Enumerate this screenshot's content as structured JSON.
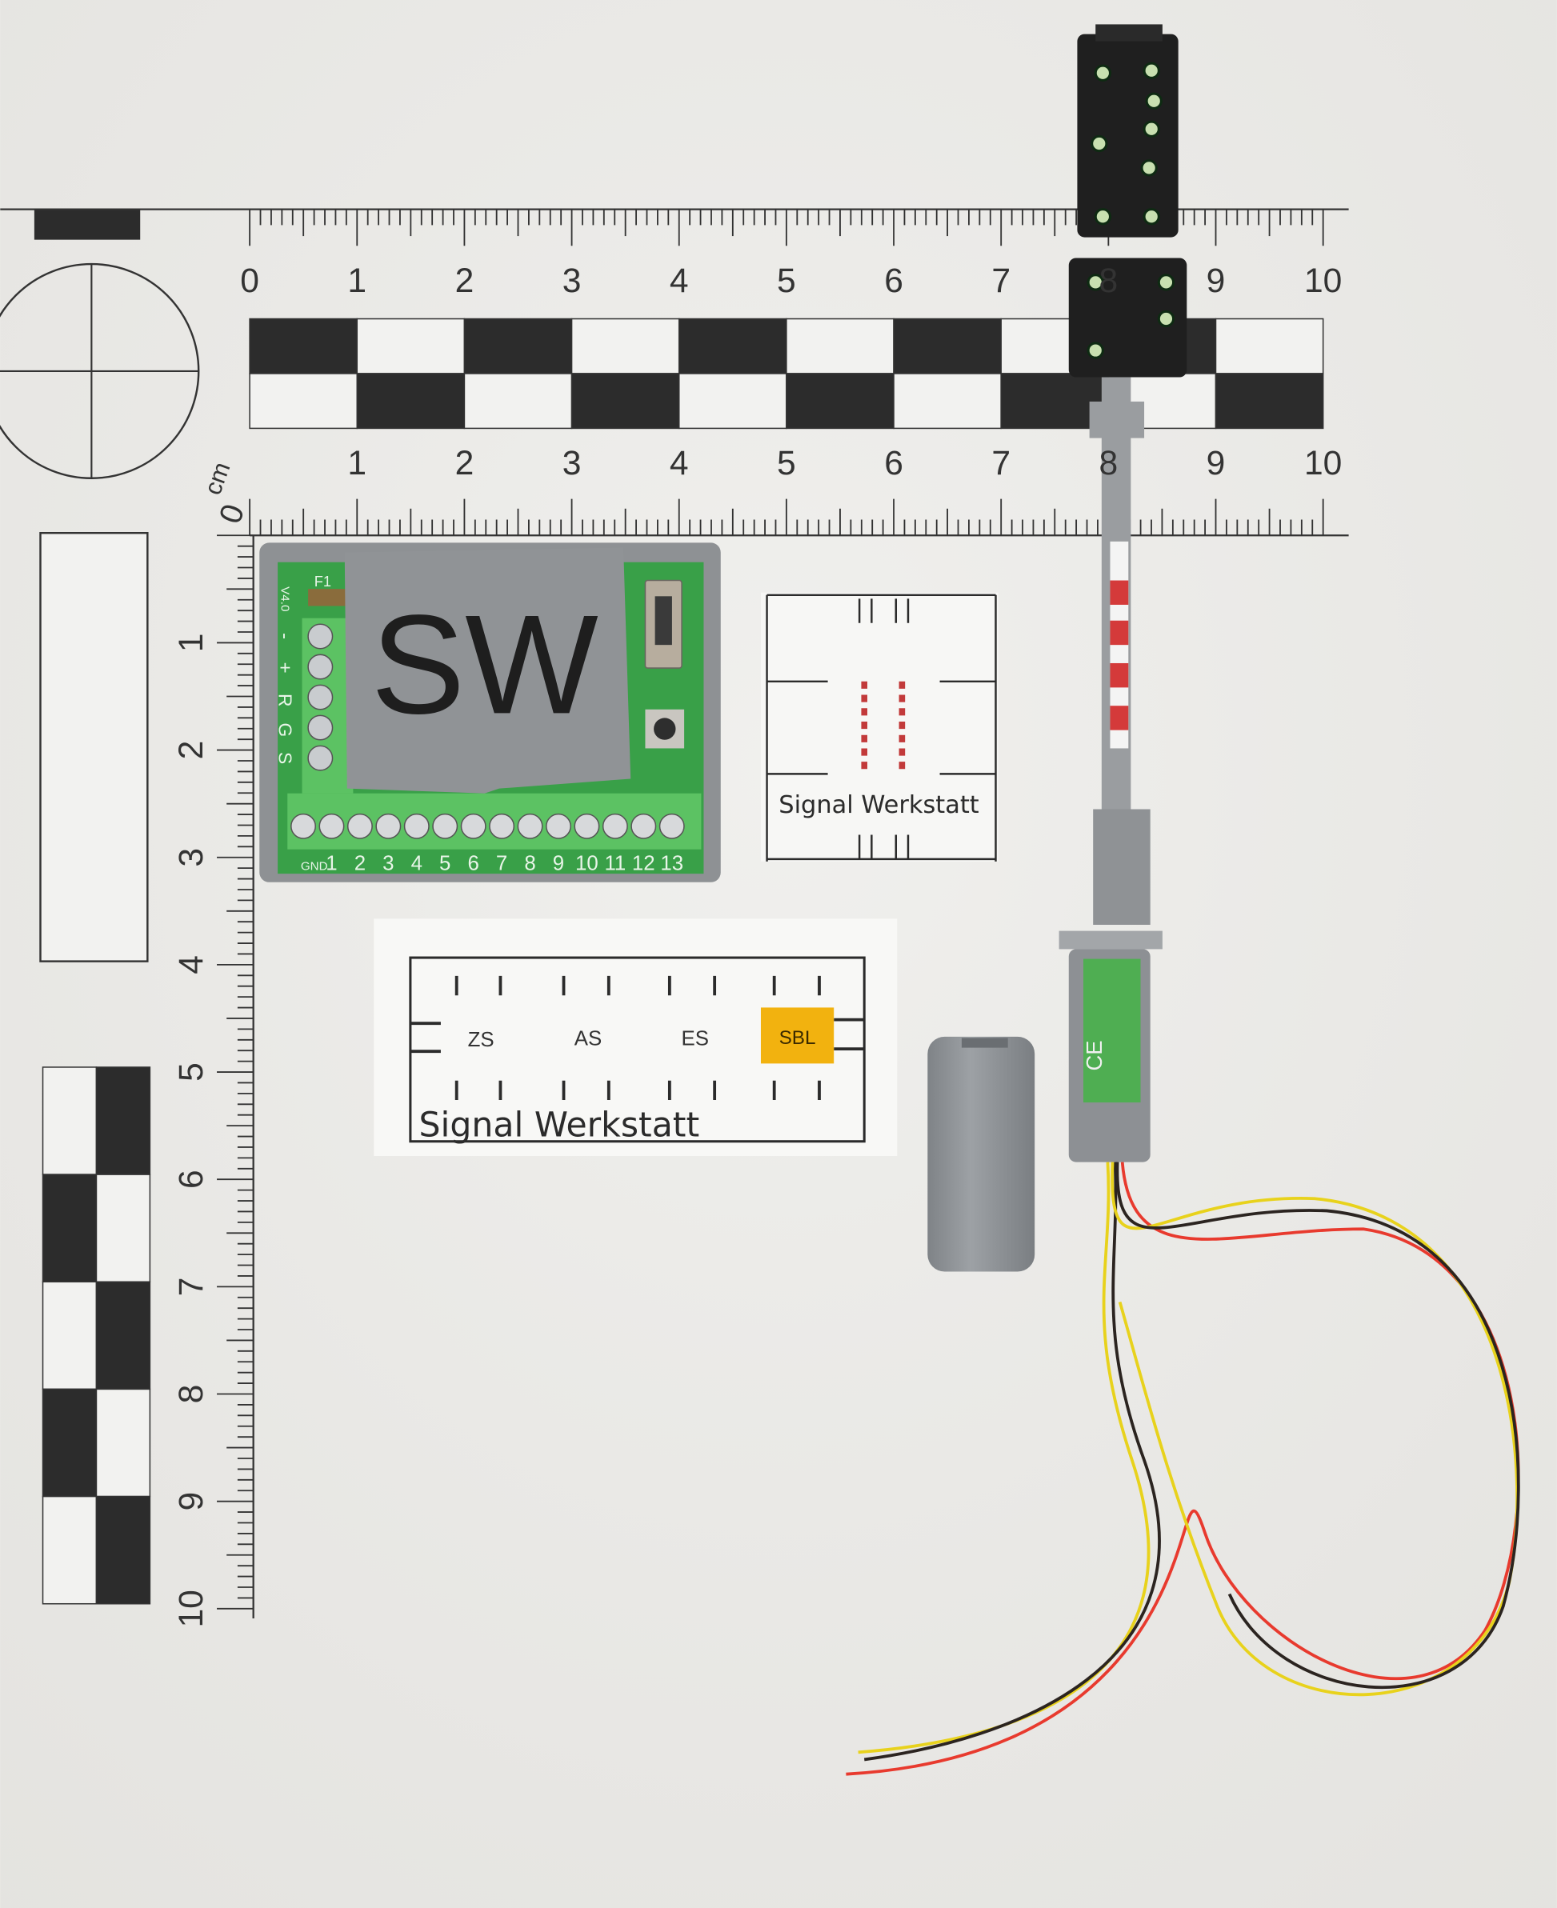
{
  "scale": {
    "unit_label": "cm",
    "zero_label": "0",
    "top_labels": [
      "0",
      "1",
      "2",
      "3",
      "4",
      "5",
      "6",
      "7",
      "8",
      "9",
      "10"
    ],
    "middle_labels": [
      "1",
      "2",
      "3",
      "4",
      "5",
      "6",
      "7",
      "8",
      "9",
      "10"
    ],
    "vertical_labels": [
      "1",
      "2",
      "3",
      "4",
      "5",
      "6",
      "7",
      "8",
      "9",
      "10"
    ]
  },
  "decoder": {
    "cover_text": "SW",
    "fuse_label": "F1",
    "version": "V4.0",
    "power_labels": [
      "-",
      "+"
    ],
    "rgs_labels": [
      "R",
      "G",
      "S"
    ],
    "terminal_labels": [
      "GND",
      "1",
      "2",
      "3",
      "4",
      "5",
      "6",
      "7",
      "8",
      "9",
      "10",
      "11",
      "12",
      "13"
    ]
  },
  "card_track": {
    "brand": "Signal Werkstatt"
  },
  "card_types": {
    "types": [
      "ZS",
      "AS",
      "ES",
      "SBL"
    ],
    "highlight_color": "#f2b20f",
    "brand": "Signal Werkstatt"
  },
  "signal": {
    "ce_mark": "CE"
  },
  "colors": {
    "background": "#ecebe8",
    "pcb_green": "#3fa34d",
    "print_gray": "#8f9294"
  }
}
